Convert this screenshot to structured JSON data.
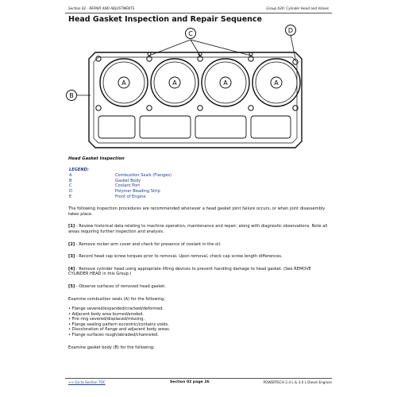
{
  "header": {
    "section": "Section 02 - REPAIR AND ADJUSTMENTS",
    "group": "Group 020: Cylinder Head and Valves"
  },
  "title": "Head Gasket Inspection and Repair Sequence",
  "diagram": {
    "callouts": {
      "a": "A",
      "b": "B",
      "c": "C",
      "d": "D"
    }
  },
  "inspection": {
    "heading": "Head Gasket Inspection",
    "legend_title": "LEGEND:",
    "legend": [
      {
        "key": "A",
        "label": "Combustion Seals (Flanges)"
      },
      {
        "key": "B",
        "label": "Gasket Body"
      },
      {
        "key": "C",
        "label": "Coolant Port"
      },
      {
        "key": "D",
        "label": "Polymer Beading Strip"
      },
      {
        "key": "E",
        "label": "Front of Engine"
      }
    ],
    "intro": "The following inspection procedures are recommended whenever a head gasket joint failure occurs, or when joint disassembly takes place.",
    "steps": [
      {
        "num": "[1]",
        "text": " - Review historical data relating to machine operation, maintenance and repair, along with diagnostic observations. Note all areas requiring further inspection and analysis."
      },
      {
        "num": "[2]",
        "text": " - Remove rocker arm cover and check for presence of coolant in the oil."
      },
      {
        "num": "[3]",
        "text": " - Record head cap screw torques prior to removal. Upon removal, check cap screw length differences."
      },
      {
        "num": "[4]",
        "text": " - Remove cylinder head using appropriate lifting devices to prevent handling damage to head gasket. (See REMOVE CYLINDER HEAD in this Group.)"
      },
      {
        "num": "[5]",
        "text": " - Observe surfaces of removed head gasket."
      }
    ],
    "combustion_intro": "Examine combustion seals (A) for the following:",
    "combustion_items": [
      "Flange severed/expanded/cracked/deformed.",
      "Adjacent body area burned/eroded.",
      "Fire ring severed/displaced/missing.",
      "Flange sealing pattern eccentric/contains voids.",
      "Discoloration of flange and adjacent body areas.",
      "Flange surfaces rough/abraded/channeled."
    ],
    "body_intro": "Examine gasket body (B) for the following:"
  },
  "footer": {
    "toc_link": "<< Go to Section TOC",
    "page": "Section 02 page 26",
    "product": "POWERTECH 2.4 L & 3.0 L Diesel Engines"
  }
}
